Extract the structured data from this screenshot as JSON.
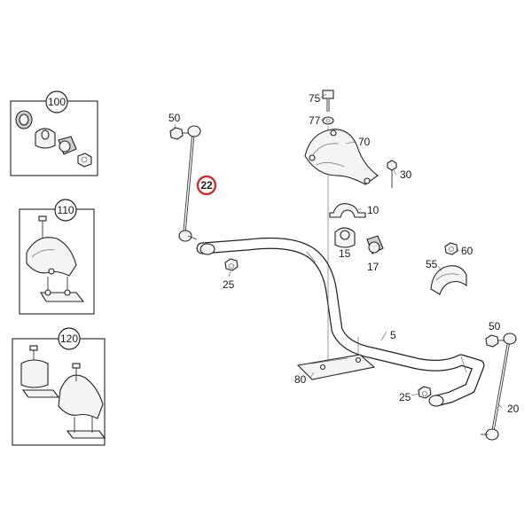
{
  "groups": [
    {
      "id": "100",
      "label": "100"
    },
    {
      "id": "110",
      "label": "110"
    },
    {
      "id": "120",
      "label": "120"
    }
  ],
  "callouts": {
    "c50_left": "50",
    "c22": "22",
    "c25_left": "25",
    "c75": "75",
    "c77": "77",
    "c70": "70",
    "c30": "30",
    "c10": "10",
    "c15": "15",
    "c17": "17",
    "c60": "60",
    "c55": "55",
    "c5": "5",
    "c80": "80",
    "c50_right": "50",
    "c25_right": "25",
    "c20": "20"
  },
  "colors": {
    "highlight": "#d42a2a",
    "line": "#222222"
  }
}
